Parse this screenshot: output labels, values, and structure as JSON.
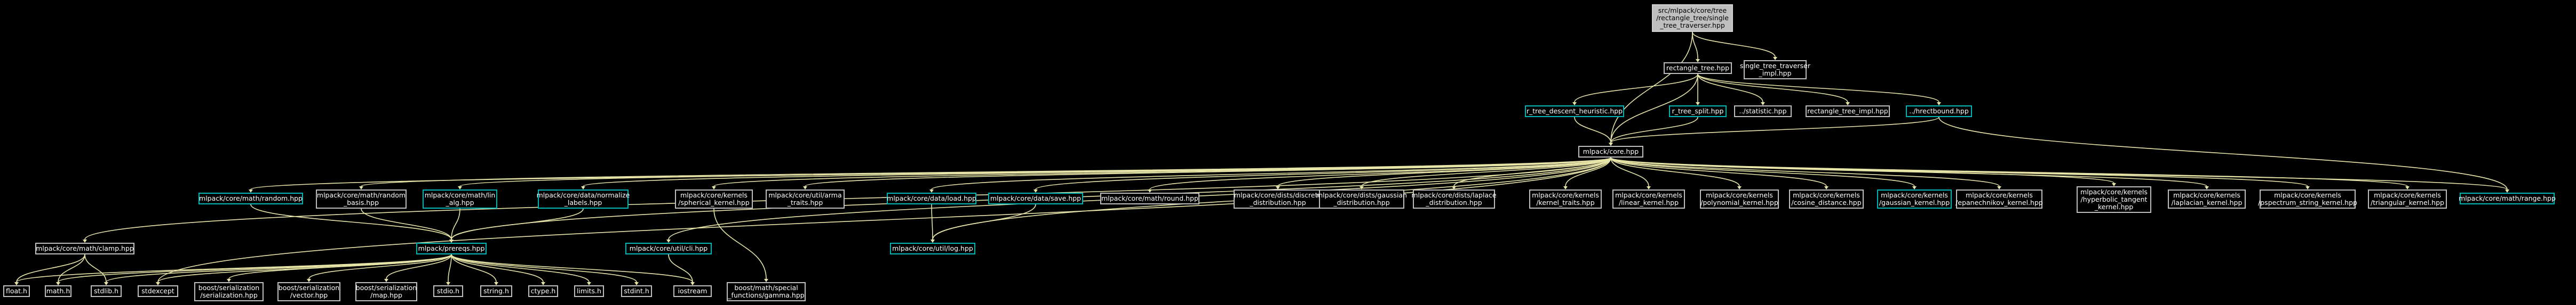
{
  "nodes": [
    {
      "id": "root",
      "label": "src/mlpack/core/tree\n/rectangle_tree/single\n_tree_traverser.hpp",
      "style": "root"
    },
    {
      "id": "rt",
      "label": "rectangle_tree.hpp",
      "style": "plain"
    },
    {
      "id": "stti",
      "label": "single_tree_traverser\n_impl.hpp",
      "style": "plain"
    },
    {
      "id": "rtdh",
      "label": "r_tree_descent_heuristic.hpp",
      "style": "link"
    },
    {
      "id": "rts",
      "label": "r_tree_split.hpp",
      "style": "link"
    },
    {
      "id": "stat",
      "label": "../statistic.hpp",
      "style": "plain"
    },
    {
      "id": "rti",
      "label": "rectangle_tree_impl.hpp",
      "style": "plain"
    },
    {
      "id": "hb",
      "label": "../hrectbound.hpp",
      "style": "link"
    },
    {
      "id": "core",
      "label": "mlpack/core.hpp",
      "style": "plain"
    },
    {
      "id": "rnd",
      "label": "mlpack/core/math/random.hpp",
      "style": "link"
    },
    {
      "id": "rndb",
      "label": "mlpack/core/math/random\n_basis.hpp",
      "style": "plain"
    },
    {
      "id": "lin",
      "label": "mlpack/core/math/lin\n_alg.hpp",
      "style": "link"
    },
    {
      "id": "norm",
      "label": "mlpack/core/data/normalize\n_labels.hpp",
      "style": "link"
    },
    {
      "id": "sph",
      "label": "mlpack/core/kernels\n/spherical_kernel.hpp",
      "style": "plain"
    },
    {
      "id": "arma",
      "label": "mlpack/core/util/arma\n_traits.hpp",
      "style": "plain"
    },
    {
      "id": "load",
      "label": "mlpack/core/data/load.hpp",
      "style": "link"
    },
    {
      "id": "save",
      "label": "mlpack/core/data/save.hpp",
      "style": "link"
    },
    {
      "id": "round",
      "label": "mlpack/core/math/round.hpp",
      "style": "plain"
    },
    {
      "id": "disc",
      "label": "mlpack/core/dists/discrete\n_distribution.hpp",
      "style": "plain"
    },
    {
      "id": "gaus",
      "label": "mlpack/core/dists/gaussian\n_distribution.hpp",
      "style": "plain"
    },
    {
      "id": "lap",
      "label": "mlpack/core/dists/laplace\n_distribution.hpp",
      "style": "plain"
    },
    {
      "id": "ktr",
      "label": "mlpack/core/kernels\n/kernel_traits.hpp",
      "style": "plain"
    },
    {
      "id": "linear",
      "label": "mlpack/core/kernels\n/linear_kernel.hpp",
      "style": "plain"
    },
    {
      "id": "poly",
      "label": "mlpack/core/kernels\n/polynomial_kernel.hpp",
      "style": "plain"
    },
    {
      "id": "cos",
      "label": "mlpack/core/kernels\n/cosine_distance.hpp",
      "style": "plain"
    },
    {
      "id": "gk",
      "label": "mlpack/core/kernels\n/gaussian_kernel.hpp",
      "style": "link"
    },
    {
      "id": "epan",
      "label": "mlpack/core/kernels\n/epanechnikov_kernel.hpp",
      "style": "plain"
    },
    {
      "id": "hyp",
      "label": "mlpack/core/kernels\n/hyperbolic_tangent\n_kernel.hpp",
      "style": "plain"
    },
    {
      "id": "lk",
      "label": "mlpack/core/kernels\n/laplacian_kernel.hpp",
      "style": "plain"
    },
    {
      "id": "pstr",
      "label": "mlpack/core/kernels\n/pspectrum_string_kernel.hpp",
      "style": "plain"
    },
    {
      "id": "tri",
      "label": "mlpack/core/kernels\n/triangular_kernel.hpp",
      "style": "plain"
    },
    {
      "id": "range",
      "label": "mlpack/core/math/range.hpp",
      "style": "link"
    },
    {
      "id": "clamp",
      "label": "mlpack/core/math/clamp.hpp",
      "style": "plain"
    },
    {
      "id": "prereq",
      "label": "mlpack/prereqs.hpp",
      "style": "link"
    },
    {
      "id": "cli",
      "label": "mlpack/core/util/cli.hpp",
      "style": "link"
    },
    {
      "id": "log",
      "label": "mlpack/core/util/log.hpp",
      "style": "link"
    },
    {
      "id": "floath",
      "label": "float.h",
      "style": "plain"
    },
    {
      "id": "mathh",
      "label": "math.h",
      "style": "plain"
    },
    {
      "id": "stdlib",
      "label": "stdlib.h",
      "style": "plain"
    },
    {
      "id": "stdexc",
      "label": "stdexcept",
      "style": "plain"
    },
    {
      "id": "bser",
      "label": "boost/serialization\n/serialization.hpp",
      "style": "plain"
    },
    {
      "id": "bvec",
      "label": "boost/serialization\n/vector.hpp",
      "style": "plain"
    },
    {
      "id": "bmap",
      "label": "boost/serialization\n/map.hpp",
      "style": "plain"
    },
    {
      "id": "stdioh",
      "label": "stdio.h",
      "style": "plain"
    },
    {
      "id": "stringh",
      "label": "string.h",
      "style": "plain"
    },
    {
      "id": "ctype",
      "label": "ctype.h",
      "style": "plain"
    },
    {
      "id": "limits",
      "label": "limits.h",
      "style": "plain"
    },
    {
      "id": "stdint",
      "label": "stdint.h",
      "style": "plain"
    },
    {
      "id": "iostream",
      "label": "iostream",
      "style": "plain"
    },
    {
      "id": "bgamma",
      "label": "boost/math/special\n_functions/gamma.hpp",
      "style": "plain"
    }
  ],
  "edges": [
    [
      "root",
      "rt"
    ],
    [
      "root",
      "stti"
    ],
    [
      "root",
      "core"
    ],
    [
      "rt",
      "rtdh"
    ],
    [
      "rt",
      "rts"
    ],
    [
      "rt",
      "stat"
    ],
    [
      "rt",
      "rti"
    ],
    [
      "rt",
      "hb"
    ],
    [
      "rt",
      "core"
    ],
    [
      "rtdh",
      "core"
    ],
    [
      "rts",
      "core"
    ],
    [
      "hb",
      "core"
    ],
    [
      "hb",
      "range"
    ],
    [
      "core",
      "rnd"
    ],
    [
      "core",
      "rndb"
    ],
    [
      "core",
      "lin"
    ],
    [
      "core",
      "norm"
    ],
    [
      "core",
      "sph"
    ],
    [
      "core",
      "arma"
    ],
    [
      "core",
      "load"
    ],
    [
      "core",
      "save"
    ],
    [
      "core",
      "round"
    ],
    [
      "core",
      "disc"
    ],
    [
      "core",
      "gaus"
    ],
    [
      "core",
      "lap"
    ],
    [
      "core",
      "ktr"
    ],
    [
      "core",
      "linear"
    ],
    [
      "core",
      "poly"
    ],
    [
      "core",
      "cos"
    ],
    [
      "core",
      "gk"
    ],
    [
      "core",
      "epan"
    ],
    [
      "core",
      "hyp"
    ],
    [
      "core",
      "lk"
    ],
    [
      "core",
      "pstr"
    ],
    [
      "core",
      "tri"
    ],
    [
      "core",
      "range"
    ],
    [
      "core",
      "clamp"
    ],
    [
      "core",
      "prereq"
    ],
    [
      "core",
      "cli"
    ],
    [
      "core",
      "log"
    ],
    [
      "core",
      "stdexc"
    ],
    [
      "rnd",
      "prereq"
    ],
    [
      "rndb",
      "prereq"
    ],
    [
      "lin",
      "prereq"
    ],
    [
      "norm",
      "prereq"
    ],
    [
      "sph",
      "bgamma"
    ],
    [
      "load",
      "log"
    ],
    [
      "save",
      "log"
    ],
    [
      "cli",
      "iostream"
    ],
    [
      "clamp",
      "floath"
    ],
    [
      "clamp",
      "mathh"
    ],
    [
      "clamp",
      "stdlib"
    ],
    [
      "prereq",
      "stdexc"
    ],
    [
      "prereq",
      "bser"
    ],
    [
      "prereq",
      "bvec"
    ],
    [
      "prereq",
      "bmap"
    ],
    [
      "prereq",
      "stdioh"
    ],
    [
      "prereq",
      "stringh"
    ],
    [
      "prereq",
      "ctype"
    ],
    [
      "prereq",
      "limits"
    ],
    [
      "prereq",
      "stdint"
    ],
    [
      "prereq",
      "floath"
    ],
    [
      "prereq",
      "mathh"
    ],
    [
      "prereq",
      "stdlib"
    ],
    [
      "prereq",
      "iostream"
    ]
  ]
}
